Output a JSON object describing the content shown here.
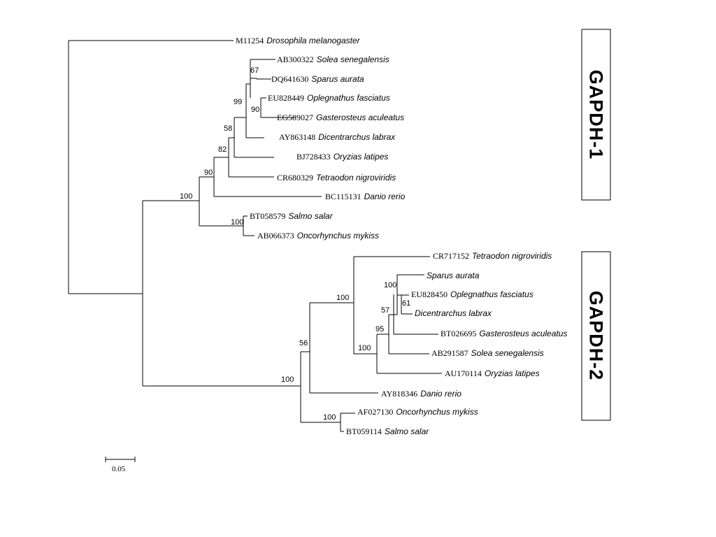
{
  "tree": {
    "leaves": [
      {
        "accession": "M11254",
        "species": "Drosophila melanogaster"
      },
      {
        "accession": "AB300322",
        "species": "Solea senegalensis"
      },
      {
        "accession": "DQ641630",
        "species": "Sparus aurata"
      },
      {
        "accession": "EU828449",
        "species": "Oplegnathus fasciatus"
      },
      {
        "accession": "EG589027",
        "species": "Gasterosteus aculeatus"
      },
      {
        "accession": "AY863148",
        "species": "Dicentrarchus labrax"
      },
      {
        "accession": "BJ728433",
        "species": "Oryzias latipes"
      },
      {
        "accession": "CR680329",
        "species": "Tetraodon nigroviridis"
      },
      {
        "accession": "BC115131",
        "species": "Danio rerio"
      },
      {
        "accession": "BT058579",
        "species": "Salmo salar"
      },
      {
        "accession": "AB066373",
        "species": "Oncorhynchus mykiss"
      },
      {
        "accession": "CR717152",
        "species": "Tetraodon nigroviridis"
      },
      {
        "accession": "",
        "species": "Sparus aurata"
      },
      {
        "accession": "EU828450",
        "species": "Oplegnathus fasciatus"
      },
      {
        "accession": "",
        "species": "Dicentrarchus labrax"
      },
      {
        "accession": "BT026695",
        "species": "Gasterosteus aculeatus"
      },
      {
        "accession": "AB291587",
        "species": "Solea senegalensis"
      },
      {
        "accession": "AU170114",
        "species": "Oryzias latipes"
      },
      {
        "accession": "AY818346",
        "species": "Danio rerio"
      },
      {
        "accession": "AF027130",
        "species": "Oncorhynchus mykiss"
      },
      {
        "accession": "BT059114",
        "species": "Salmo salar"
      }
    ],
    "bootstrap": [
      "67",
      "99",
      "90",
      "58",
      "82",
      "90",
      "100",
      "100",
      "100",
      "61",
      "57",
      "95",
      "100",
      "56",
      "100",
      "100",
      "100"
    ]
  },
  "scale_bar": {
    "label": "0.05"
  },
  "groups": [
    {
      "label": "GAPDH-1"
    },
    {
      "label": "GAPDH-2"
    }
  ]
}
